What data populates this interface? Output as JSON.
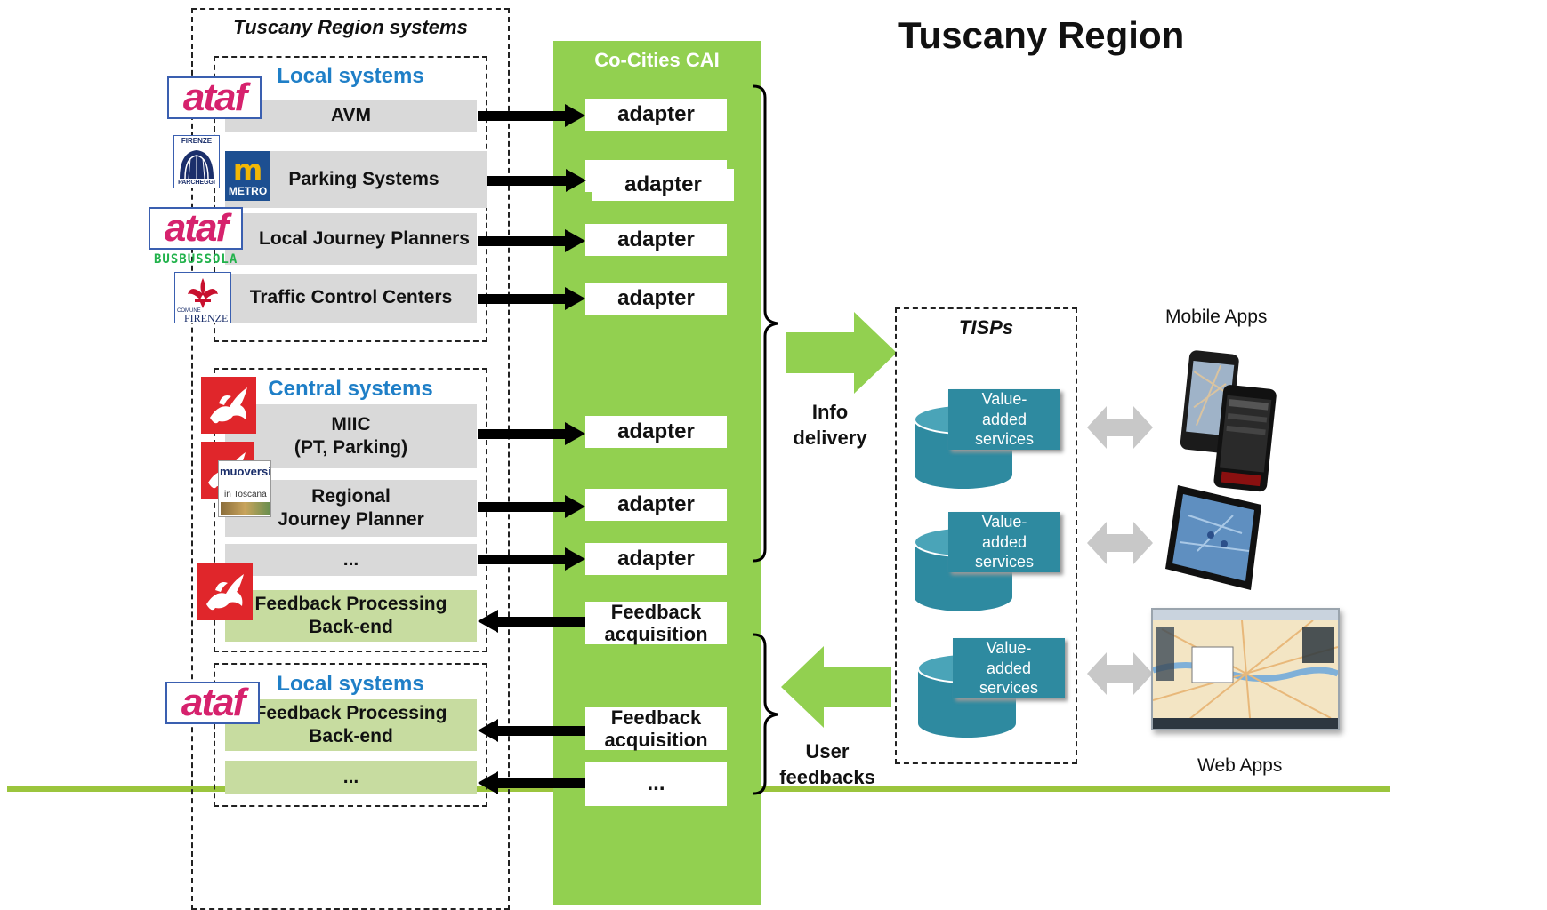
{
  "title": "Tuscany Region",
  "tuscany_systems_label": "Tuscany Region systems",
  "cai_label": "Co-Cities CAI",
  "local_systems_label": "Local systems",
  "central_systems_label": "Central systems",
  "local_systems_label_2": "Local systems",
  "local_rows": [
    "AVM",
    "Parking Systems",
    "Local Journey Planners",
    "Traffic Control Centers"
  ],
  "central_rows": {
    "miic_1": "MIIC",
    "miic_2": "(PT, Parking)",
    "rjp_1": "Regional",
    "rjp_2": "Journey Planner",
    "ellipsis": "...",
    "fb_1": "Feedback Processing",
    "fb_2": "Back-end"
  },
  "local2_rows": {
    "fb_1": "Feedback Processing",
    "fb_2": "Back-end",
    "ellipsis": "..."
  },
  "adapter_label": "adapter",
  "feedback_acq_1": "Feedback",
  "feedback_acq_2": "acquisition",
  "cai_ellipsis": "...",
  "info_delivery_1": "Info",
  "info_delivery_2": "delivery",
  "user_feedbacks_1": "User",
  "user_feedbacks_2": "feedbacks",
  "tisps_label": "TISPs",
  "service_1": "Value-",
  "service_2": "added",
  "service_3": "services",
  "mobile_apps_label": "Mobile Apps",
  "web_apps_label": "Web Apps",
  "logos": {
    "ataf": "ataf",
    "busbussola": "BUSBUSSOLA",
    "firenze_top": "FIRENZE",
    "parcheggi": "PARCHEGGI",
    "metro": "METRO",
    "comune": "COMUNE",
    "firenze": "FIRENZE",
    "muoversi": "muoversi",
    "in_toscana": "in Toscana"
  },
  "colors": {
    "cai_green": "#92d050",
    "light_green_row": "#c7dca0",
    "grey_row": "#d9d9d9",
    "header_blue": "#1f7fc7",
    "service_teal": "#2e8aa0",
    "bottom_line": "#9bc53d",
    "ataf_pink": "#d6226d"
  }
}
